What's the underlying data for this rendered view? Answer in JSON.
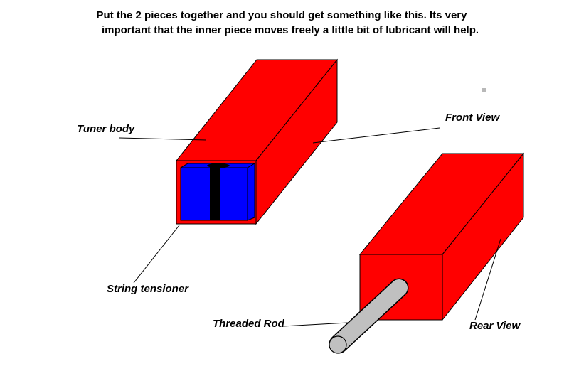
{
  "caption": {
    "line1": "Put the 2 pieces together and you should get something like this. Its very",
    "line2": "important that the inner piece moves freely a little bit of lubricant will help."
  },
  "labels": {
    "tuner_body": "Tuner body",
    "front_view": "Front View",
    "string_tensioner": "String tensioner",
    "threaded_rod": "Threaded Rod",
    "rear_view": "Rear View"
  },
  "colors": {
    "body": "#ff0000",
    "inner": "#0000ff",
    "slot": "#000000",
    "rod": "#c0c0c0",
    "outline": "#000000"
  }
}
